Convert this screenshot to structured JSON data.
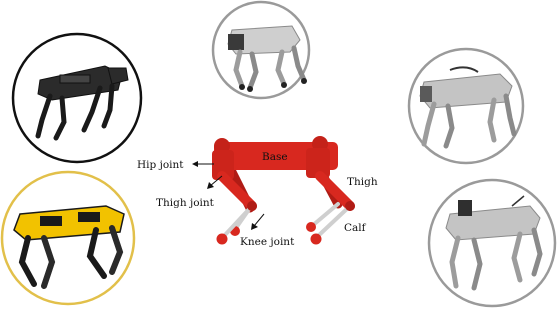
{
  "diagram": {
    "labels": {
      "base": "Base",
      "hip_joint": "Hip joint",
      "thigh_joint": "Thigh joint",
      "thigh": "Thigh",
      "knee_joint": "Knee joint",
      "calf": "Calf"
    },
    "robots": [
      {
        "name": "black-quadruped-robot",
        "ring_color": "#111111",
        "body_color": "#2b2b2b"
      },
      {
        "name": "silver-quadruped-robot-top",
        "ring_color": "#9a9a9a",
        "body_color": "#c9c9c9"
      },
      {
        "name": "silver-quadruped-robot-right",
        "ring_color": "#9a9a9a",
        "body_color": "#bdbdbd"
      },
      {
        "name": "yellow-quadruped-robot",
        "ring_color": "#e2c04a",
        "body_color": "#f2c200"
      },
      {
        "name": "lidar-quadruped-robot",
        "ring_color": "#9a9a9a",
        "body_color": "#c4c4c4"
      }
    ],
    "colors": {
      "model_red": "#d8281f",
      "model_dark_red": "#b01c15",
      "rod_gray": "#cfcfcf"
    }
  }
}
